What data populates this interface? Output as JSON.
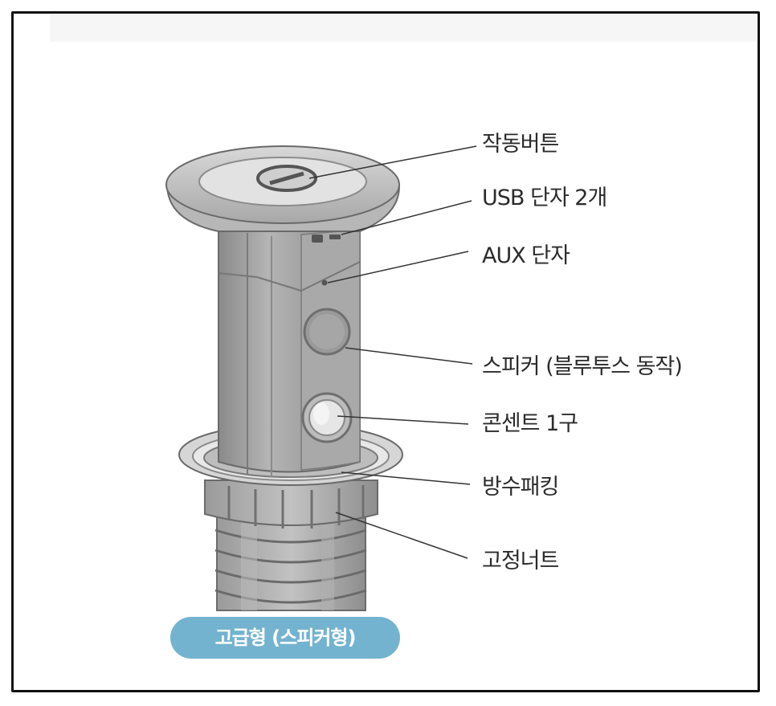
{
  "callouts": {
    "operation_button": "작동버튼",
    "usb_ports": "USB 단자 2개",
    "aux_port": "AUX 단자",
    "speaker": "스피커 (블루투스 동작)",
    "outlet": "콘센트 1구",
    "waterproof_packing": "방수패킹",
    "fixing_nut": "고정너트"
  },
  "badge": {
    "label": "고급형 (스피커형)"
  },
  "colors": {
    "badge_bg": "#73b3cf",
    "product_gray": "#9a9a9a",
    "frame": "#111111"
  }
}
